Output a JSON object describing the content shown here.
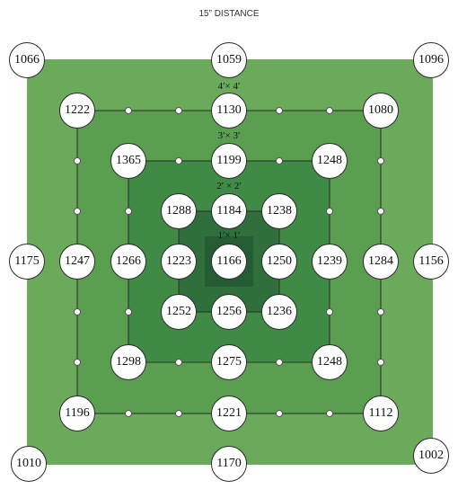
{
  "title": "15” DISTANCE",
  "colors": {
    "outer": "#6aaa5a",
    "ring4": "#5a9e4f",
    "ring3": "#3f8a44",
    "ring2": "#2f6f3c",
    "ring1": "#255c33",
    "line": "#2b2b2b"
  },
  "square_labels": {
    "s4": "4′× 4′",
    "s3": "3′× 3′",
    "s2": "2′ × 2′",
    "s1": "1′× 1′"
  },
  "nodes": {
    "outer_top_left": "1066",
    "outer_top_mid": "1059",
    "outer_top_right": "1096",
    "outer_mid_left": "1175",
    "outer_mid_right": "1156",
    "outer_bottom_left": "1010",
    "outer_bottom_mid": "1170",
    "outer_bottom_right": "1002",
    "s4_top_left": "1222",
    "s4_top_mid": "1130",
    "s4_top_right": "1080",
    "s4_mid_left": "1247",
    "s4_mid_right": "1284",
    "s4_bottom_left": "1196",
    "s4_bottom_mid": "1221",
    "s4_bottom_right": "1112",
    "s3_top_left": "1365",
    "s3_top_mid": "1199",
    "s3_top_right": "1248",
    "s3_mid_left": "1266",
    "s3_mid_right": "1239",
    "s3_bottom_left": "1298",
    "s3_bottom_mid": "1275",
    "s3_bottom_right": "1248",
    "s2_top_left": "1288",
    "s2_top_mid": "1184",
    "s2_top_right": "1238",
    "s2_mid_left": "1223",
    "s2_mid_right": "1250",
    "s2_bottom_left": "1252",
    "s2_bottom_mid": "1256",
    "s2_bottom_right": "1236",
    "center": "1166"
  }
}
